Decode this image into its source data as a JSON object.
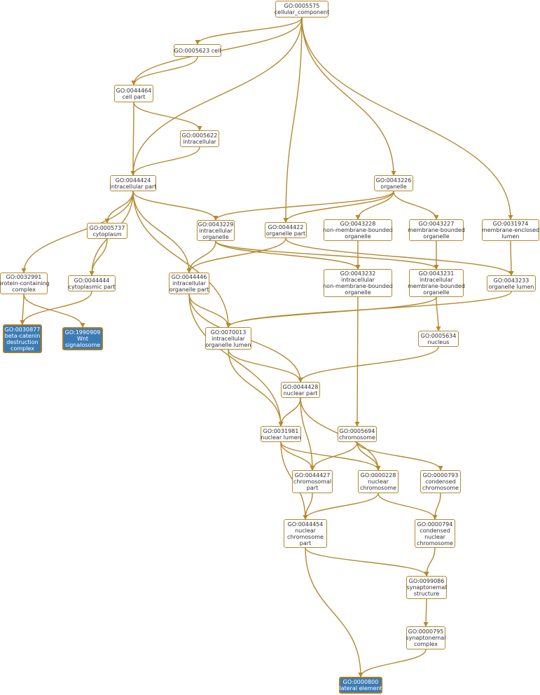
{
  "graph": {
    "nodes": [
      {
        "id": "GO:0005575",
        "lines": [
          "GO:0005575",
          "cellular_component"
        ]
      },
      {
        "id": "GO:0005623",
        "lines": [
          "GO:0005623 cell"
        ]
      },
      {
        "id": "GO:0044464",
        "lines": [
          "GO:0044464",
          "cell part"
        ]
      },
      {
        "id": "GO:0005622",
        "lines": [
          "GO:0005622",
          "intracellular"
        ]
      },
      {
        "id": "GO:0044424",
        "lines": [
          "GO:0044424",
          "intracellular part"
        ]
      },
      {
        "id": "GO:0043226",
        "lines": [
          "GO:0043226",
          "organelle"
        ]
      },
      {
        "id": "GO:0005737",
        "lines": [
          "GO:0005737",
          "cytoplasm"
        ]
      },
      {
        "id": "GO:0043229",
        "lines": [
          "GO:0043229",
          "intracellular",
          "organelle"
        ]
      },
      {
        "id": "GO:0044422",
        "lines": [
          "GO:0044422",
          "organelle part"
        ]
      },
      {
        "id": "GO:0043228",
        "lines": [
          "GO:0043228",
          "non-membrane-bounded",
          "organelle"
        ]
      },
      {
        "id": "GO:0043227",
        "lines": [
          "GO:0043227",
          "membrane-bounded",
          "organelle"
        ]
      },
      {
        "id": "GO:0031974",
        "lines": [
          "GO:0031974",
          "membrane-enclosed",
          "lumen"
        ]
      },
      {
        "id": "GO:0032991",
        "lines": [
          "GO:0032991",
          "protein-containing",
          "complex"
        ]
      },
      {
        "id": "GO:0044444",
        "lines": [
          "GO:0044444",
          "cytoplasmic part"
        ]
      },
      {
        "id": "GO:0044446",
        "lines": [
          "GO:0044446",
          "intracellular",
          "organelle part"
        ]
      },
      {
        "id": "GO:0043232",
        "lines": [
          "GO:0043232",
          "intracellular",
          "non-membrane-bounded",
          "organelle"
        ]
      },
      {
        "id": "GO:0043231",
        "lines": [
          "GO:0043231",
          "intracellular",
          "membrane-bounded",
          "organelle"
        ]
      },
      {
        "id": "GO:0043233",
        "lines": [
          "GO:0043233",
          "organelle lumen"
        ]
      },
      {
        "id": "GO:0030877",
        "lines": [
          "GO:0030877",
          "beta-catenin",
          "destruction",
          "complex"
        ],
        "highlight": true
      },
      {
        "id": "GO:1990909",
        "lines": [
          "GO:1990909",
          "Wnt",
          "signalosome"
        ],
        "highlight": true
      },
      {
        "id": "GO:0070013",
        "lines": [
          "GO:0070013",
          "intracellular",
          "organelle lumen"
        ]
      },
      {
        "id": "GO:0005634",
        "lines": [
          "GO:0005634",
          "nucleus"
        ]
      },
      {
        "id": "GO:0044428",
        "lines": [
          "GO:0044428",
          "nuclear part"
        ]
      },
      {
        "id": "GO:0031981",
        "lines": [
          "GO:0031981",
          "nuclear lumen"
        ]
      },
      {
        "id": "GO:0005694",
        "lines": [
          "GO:0005694",
          "chromosome"
        ]
      },
      {
        "id": "GO:0044427",
        "lines": [
          "GO:0044427",
          "chromosomal",
          "part"
        ]
      },
      {
        "id": "GO:0000228",
        "lines": [
          "GO:0000228",
          "nuclear",
          "chromosome"
        ]
      },
      {
        "id": "GO:0000793",
        "lines": [
          "GO:0000793",
          "condensed",
          "chromosome"
        ]
      },
      {
        "id": "GO:0044454",
        "lines": [
          "GO:0044454",
          "nuclear",
          "chromosome",
          "part"
        ]
      },
      {
        "id": "GO:0000794",
        "lines": [
          "GO:0000794",
          "condensed",
          "nuclear",
          "chromosome"
        ]
      },
      {
        "id": "GO:0099086",
        "lines": [
          "GO:0099086",
          "synaptonemal",
          "structure"
        ]
      },
      {
        "id": "GO:0000795",
        "lines": [
          "GO:0000795",
          "synaptonemal",
          "complex"
        ]
      },
      {
        "id": "GO:0000800",
        "lines": [
          "GO:0000800",
          "lateral element"
        ],
        "highlight": true
      }
    ],
    "edges": [
      [
        "GO:0005575",
        "GO:0005623"
      ],
      [
        "GO:0005575",
        "GO:0044464"
      ],
      [
        "GO:0005575",
        "GO:0044424"
      ],
      [
        "GO:0005575",
        "GO:0044422"
      ],
      [
        "GO:0005575",
        "GO:0043226"
      ],
      [
        "GO:0005575",
        "GO:0031974"
      ],
      [
        "GO:0005623",
        "GO:0044464"
      ],
      [
        "GO:0044464",
        "GO:0005622"
      ],
      [
        "GO:0044464",
        "GO:0044424"
      ],
      [
        "GO:0005622",
        "GO:0044424"
      ],
      [
        "GO:0044424",
        "GO:0005737"
      ],
      [
        "GO:0044424",
        "GO:0043229"
      ],
      [
        "GO:0044424",
        "GO:0032991"
      ],
      [
        "GO:0044424",
        "GO:0044444"
      ],
      [
        "GO:0044424",
        "GO:0044446"
      ],
      [
        "GO:0044424",
        "GO:0070013"
      ],
      [
        "GO:0043226",
        "GO:0043229"
      ],
      [
        "GO:0043226",
        "GO:0044422"
      ],
      [
        "GO:0043226",
        "GO:0043228"
      ],
      [
        "GO:0043226",
        "GO:0043227"
      ],
      [
        "GO:0005737",
        "GO:0044444"
      ],
      [
        "GO:0043229",
        "GO:0044446"
      ],
      [
        "GO:0043229",
        "GO:0043232"
      ],
      [
        "GO:0043229",
        "GO:0043231"
      ],
      [
        "GO:0044422",
        "GO:0044446"
      ],
      [
        "GO:0044422",
        "GO:0043233"
      ],
      [
        "GO:0043228",
        "GO:0043232"
      ],
      [
        "GO:0043227",
        "GO:0043231"
      ],
      [
        "GO:0031974",
        "GO:0043233"
      ],
      [
        "GO:0032991",
        "GO:0030877"
      ],
      [
        "GO:0032991",
        "GO:1990909"
      ],
      [
        "GO:0044444",
        "GO:0030877"
      ],
      [
        "GO:0044446",
        "GO:0070013"
      ],
      [
        "GO:0044446",
        "GO:0031981"
      ],
      [
        "GO:0044446",
        "GO:0044428"
      ],
      [
        "GO:0043232",
        "GO:0005694"
      ],
      [
        "GO:0043231",
        "GO:0005634"
      ],
      [
        "GO:0043231",
        "GO:0070013"
      ],
      [
        "GO:0043233",
        "GO:0070013"
      ],
      [
        "GO:0070013",
        "GO:0031981"
      ],
      [
        "GO:0070013",
        "GO:0044428"
      ],
      [
        "GO:0005634",
        "GO:0044428"
      ],
      [
        "GO:0044428",
        "GO:0031981"
      ],
      [
        "GO:0044428",
        "GO:0044427"
      ],
      [
        "GO:0044428",
        "GO:0000228"
      ],
      [
        "GO:0031981",
        "GO:0000228"
      ],
      [
        "GO:0031981",
        "GO:0044427"
      ],
      [
        "GO:0031981",
        "GO:0044454"
      ],
      [
        "GO:0005694",
        "GO:0044427"
      ],
      [
        "GO:0005694",
        "GO:0000228"
      ],
      [
        "GO:0005694",
        "GO:0000793"
      ],
      [
        "GO:0044427",
        "GO:0044454"
      ],
      [
        "GO:0000228",
        "GO:0044454"
      ],
      [
        "GO:0000228",
        "GO:0000794"
      ],
      [
        "GO:0000793",
        "GO:0000794"
      ],
      [
        "GO:0044454",
        "GO:0099086"
      ],
      [
        "GO:0044454",
        "GO:0000800"
      ],
      [
        "GO:0000794",
        "GO:0099086"
      ],
      [
        "GO:0099086",
        "GO:0000795"
      ],
      [
        "GO:0000795",
        "GO:0000800"
      ]
    ],
    "colors": {
      "edge": "#b5892f",
      "node_border": "#b5892f",
      "node_fill": "#ffffff",
      "highlight_fill": "#3b7bb5",
      "highlight_text": "#ffffff",
      "text": "#333333"
    }
  }
}
